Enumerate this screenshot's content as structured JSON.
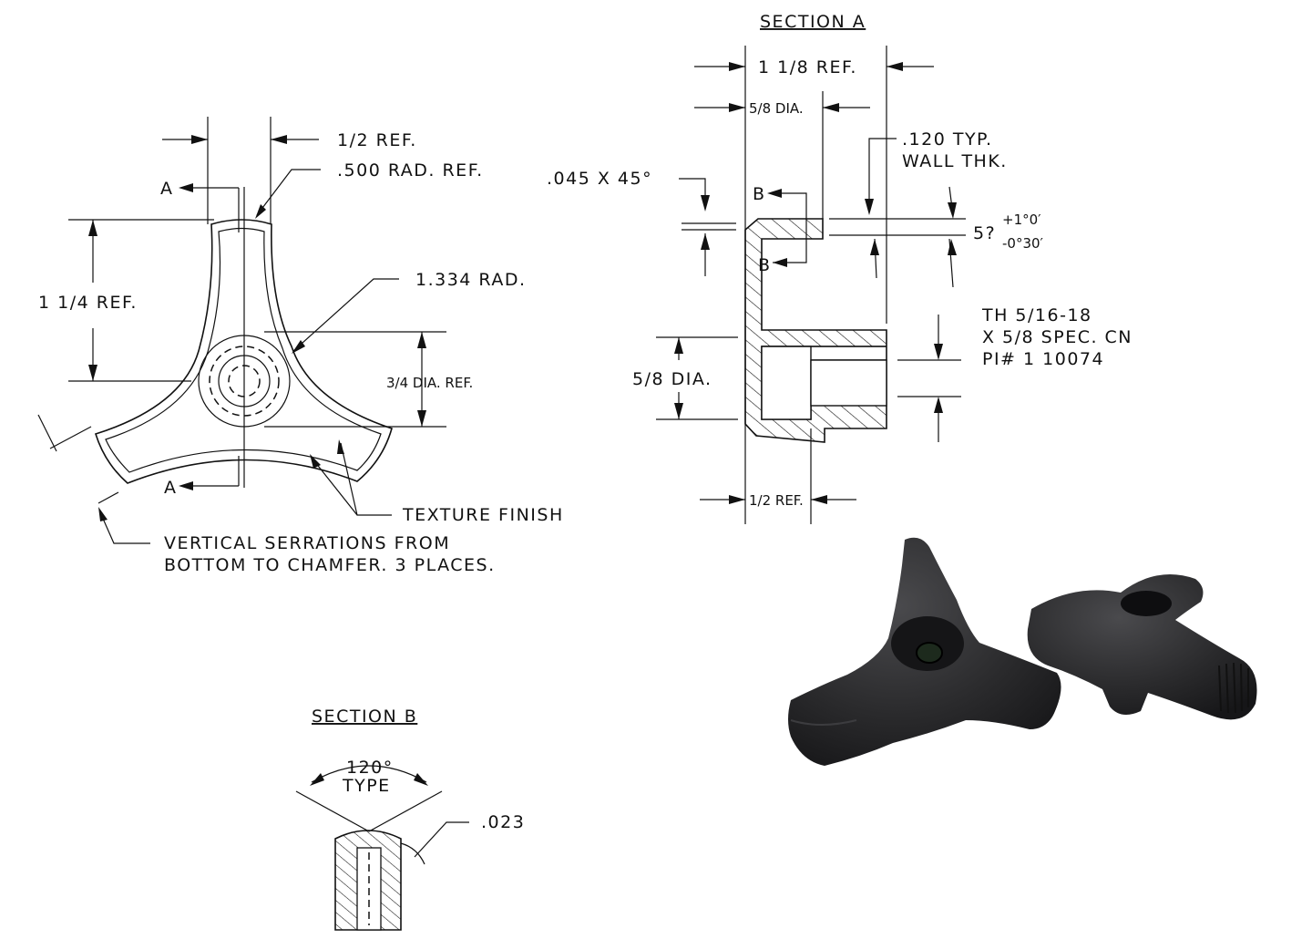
{
  "section_a": {
    "title": "SECTION A",
    "width_ref": "1 1/8 REF.",
    "top_dia": "5/8 DIA.",
    "wall_typ": ".120 TYP.",
    "wall_thk": "WALL THK.",
    "chamfer": ".045 X 45°",
    "marker_b": "B",
    "angle": "5?",
    "angle_plus": "+1°0′",
    "angle_minus": "-0°30′",
    "bottom_dia": "5/8 DIA.",
    "thread_1": "TH 5/16-18",
    "thread_2": "X 5/8 SPEC. CN",
    "thread_3": "PI# 1 10074",
    "half_ref": "1/2 REF."
  },
  "top_view": {
    "half_ref": "1/2 REF.",
    "rad_ref": ".500 RAD. REF.",
    "marker_a": "A",
    "height_ref": "1 1/4 REF.",
    "rad": "1.334 RAD.",
    "dia_ref": "3/4 DIA. REF.",
    "texture": "TEXTURE FINISH",
    "serrations_1": "VERTICAL SERRATIONS FROM",
    "serrations_2": "BOTTOM TO CHAMFER. 3 PLACES."
  },
  "section_b": {
    "title": "SECTION B",
    "angle": "120°",
    "type": "TYPE",
    "depth": ".023"
  },
  "photo": {
    "subject": "two black three-lobe knobs",
    "color": "#2a2a2c"
  }
}
